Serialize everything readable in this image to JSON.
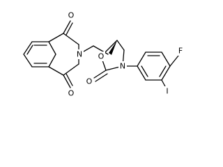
{
  "molecule": {
    "atoms": {
      "o_imide_top": "O",
      "n_imide": "N",
      "o_imide_bottom": "O",
      "o_ring": "O",
      "n_oxazolidinone": "N",
      "o_carbonyl": "O",
      "f": "F",
      "i": "I"
    },
    "colors": {
      "bond": "#000000",
      "label": "#000000",
      "background": "#ffffff"
    }
  }
}
